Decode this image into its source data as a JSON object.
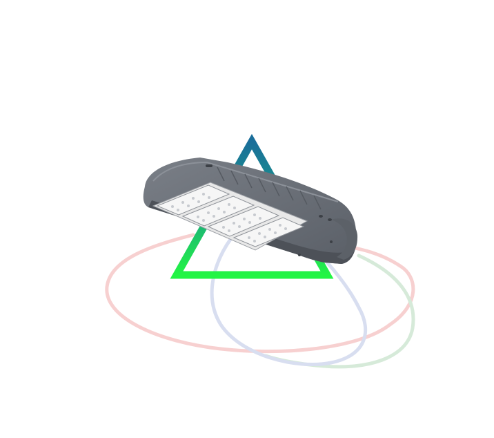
{
  "scene": {
    "background": "#ffffff",
    "subject": "led-street-light",
    "loops": [
      {
        "name": "red-loop",
        "color": "#f7d0d0"
      },
      {
        "name": "green-loop",
        "color": "#d6ead9"
      },
      {
        "name": "blue-loop",
        "color": "#d8def0"
      }
    ],
    "triangle": {
      "top_color": "#1a6e9a",
      "bottom_color": "#22f544"
    },
    "fixture": {
      "housing_color": "#6b7078",
      "housing_dark": "#4d5158",
      "panel_color": "#f0f0f0",
      "module_count": 4
    }
  }
}
